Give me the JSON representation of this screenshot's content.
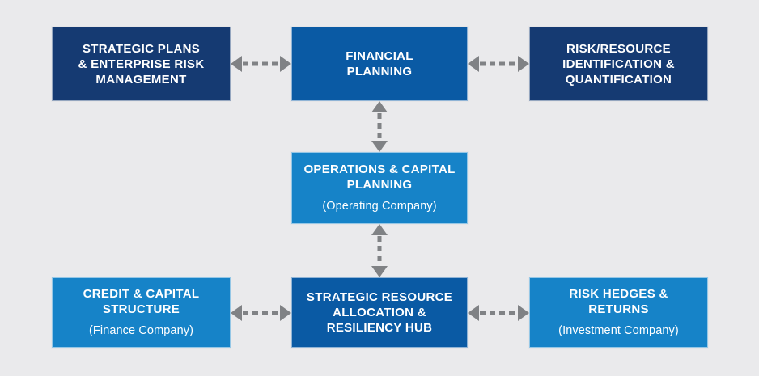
{
  "diagram": {
    "background_color": "#eaeaec",
    "arrow_color": "#808285",
    "palette": {
      "navy": "#153a72",
      "medium_blue": "#0a5aa4",
      "light_blue": "#1683c8",
      "text": "#ffffff"
    },
    "nodes": [
      {
        "id": "strategic-plans",
        "title": "STRATEGIC PLANS\n& ENTERPRISE RISK\nMANAGEMENT",
        "subtitle": "",
        "color": "#153a72"
      },
      {
        "id": "financial-planning",
        "title": "FINANCIAL\nPLANNING",
        "subtitle": "",
        "color": "#0a5aa4"
      },
      {
        "id": "risk-resource",
        "title": "RISK/RESOURCE\nIDENTIFICATION &\nQUANTIFICATION",
        "subtitle": "",
        "color": "#153a72"
      },
      {
        "id": "operations",
        "title": "OPERATIONS & CAPITAL\nPLANNING",
        "subtitle": "(Operating Company)",
        "color": "#1683c8"
      },
      {
        "id": "credit-capital",
        "title": "CREDIT & CAPITAL\nSTRUCTURE",
        "subtitle": "(Finance Company)",
        "color": "#1683c8"
      },
      {
        "id": "strategic-resource",
        "title": "STRATEGIC RESOURCE\nALLOCATION &\nRESILIENCY HUB",
        "subtitle": "",
        "color": "#0a5aa4"
      },
      {
        "id": "risk-hedges",
        "title": "RISK HEDGES &\nRETURNS",
        "subtitle": "(Investment Company)",
        "color": "#1683c8"
      }
    ],
    "connectors": [
      {
        "id": "top-left",
        "from": "strategic-plans",
        "to": "financial-planning",
        "style": "dashed",
        "direction": "bidirectional",
        "orientation": "horizontal"
      },
      {
        "id": "top-right",
        "from": "financial-planning",
        "to": "risk-resource",
        "style": "dashed",
        "direction": "bidirectional",
        "orientation": "horizontal"
      },
      {
        "id": "mid-upper",
        "from": "financial-planning",
        "to": "operations",
        "style": "dashed",
        "direction": "bidirectional",
        "orientation": "vertical"
      },
      {
        "id": "mid-lower",
        "from": "operations",
        "to": "strategic-resource",
        "style": "dashed",
        "direction": "bidirectional",
        "orientation": "vertical"
      },
      {
        "id": "bot-left",
        "from": "credit-capital",
        "to": "strategic-resource",
        "style": "dashed",
        "direction": "bidirectional",
        "orientation": "horizontal"
      },
      {
        "id": "bot-right",
        "from": "strategic-resource",
        "to": "risk-hedges",
        "style": "dashed",
        "direction": "bidirectional",
        "orientation": "horizontal"
      }
    ]
  }
}
